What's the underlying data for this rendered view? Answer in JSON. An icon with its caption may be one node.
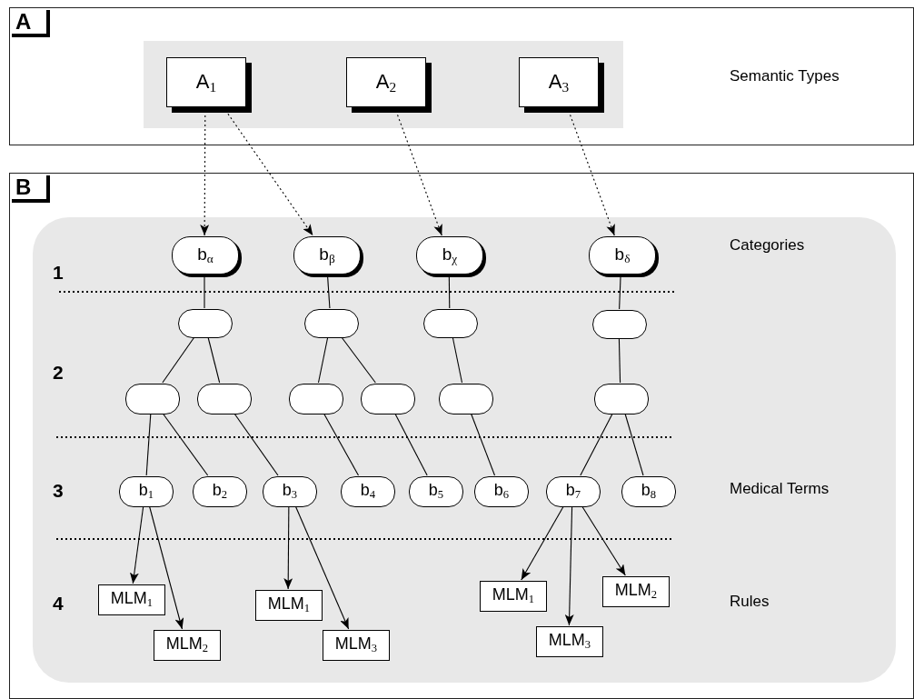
{
  "diagram": {
    "nodes": [
      {
        "text": [
          "A"
        ]
      },
      {
        "text": [],
        "shape": "box",
        "in": 0
      },
      {
        "text": [
          "A$_{1}$"
        ],
        "in": 1
      },
      {
        "text": [
          "A$_{2}$"
        ],
        "in": 1
      },
      {
        "text": [
          "A$_{3}$"
        ],
        "in": 1
      },
      {
        "text": [
          "B"
        ]
      },
      {
        "text": [],
        "shape": "box",
        "in": 5
      },
      {
        "text": [
          "b$_{α}$"
        ],
        "in": 6
      },
      {
        "text": [
          "b$_{β}$"
        ],
        "in": 6
      },
      {
        "text": [
          "b$_{χ}$"
        ],
        "in": 6
      },
      {
        "text": [
          "b$_{δ}$"
        ],
        "in": 6
      },
      {
        "text": [],
        "shape": "pill",
        "in": 6
      },
      {
        "text": [],
        "shape": "pill",
        "in": 6
      },
      {
        "text": [],
        "shape": "pill",
        "in": 6
      },
      {
        "text": [],
        "shape": "pill",
        "in": 6
      },
      {
        "text": [],
        "shape": "pill",
        "in": 6
      },
      {
        "text": [],
        "shape": "pill",
        "in": 6
      },
      {
        "text": [],
        "shape": "pill",
        "in": 6
      },
      {
        "text": [],
        "shape": "pill",
        "in": 6
      },
      {
        "text": [],
        "shape": "pill",
        "in": 6
      },
      {
        "text": [],
        "shape": "pill",
        "in": 6
      },
      {
        "text": [
          "b$_{1}$"
        ],
        "in": 6
      },
      {
        "text": [
          "b$_{2}$"
        ],
        "in": 6
      },
      {
        "text": [
          "b$_{3}$"
        ],
        "in": 6
      },
      {
        "text": [
          "b$_{4}$"
        ],
        "in": 6
      },
      {
        "text": [
          "b$_{5}$"
        ],
        "in": 6
      },
      {
        "text": [
          "b$_{6}$"
        ],
        "in": 6
      },
      {
        "text": [
          "b$_{7}$"
        ],
        "in": 6
      },
      {
        "text": [
          "b$_{8}$"
        ],
        "in": 6
      },
      {
        "text": [
          "MLM$_{1}$"
        ],
        "in": 6
      },
      {
        "text": [
          "MLM$_{2}$"
        ],
        "in": 6
      },
      {
        "text": [
          "MLM$_{1}$"
        ],
        "in": 6
      },
      {
        "text": [
          "MLM$_{3}$"
        ],
        "in": 6
      },
      {
        "text": [
          "MLM$_{1}$"
        ],
        "in": 6
      },
      {
        "text": [
          "MLM$_{3}$"
        ],
        "in": 6
      },
      {
        "text": [
          "MLM$_{2}$"
        ],
        "in": 6
      }
    ],
    "edges": [
      {
        "from": 2,
        "to": 7,
        "arrow": "to",
        "style": "dashed"
      },
      {
        "from": 2,
        "to": 8,
        "arrow": "to",
        "style": "dashed"
      },
      {
        "from": 3,
        "to": 9,
        "arrow": "to",
        "style": "dashed"
      },
      {
        "from": 4,
        "to": 10,
        "arrow": "to",
        "style": "dashed"
      },
      {
        "from": 7,
        "to": 11,
        "arrow": "none"
      },
      {
        "from": 8,
        "to": 12,
        "arrow": "none"
      },
      {
        "from": 9,
        "to": 13,
        "arrow": "none"
      },
      {
        "from": 10,
        "to": 14,
        "arrow": "none"
      },
      {
        "from": 11,
        "to": 15,
        "arrow": "none"
      },
      {
        "from": 11,
        "to": 16,
        "arrow": "none"
      },
      {
        "from": 12,
        "to": 17,
        "arrow": "none"
      },
      {
        "from": 12,
        "to": 18,
        "arrow": "none"
      },
      {
        "from": 13,
        "to": 19,
        "arrow": "none"
      },
      {
        "from": 14,
        "to": 20,
        "arrow": "none"
      },
      {
        "from": 15,
        "to": 21,
        "arrow": "none"
      },
      {
        "from": 15,
        "to": 22,
        "arrow": "none"
      },
      {
        "from": 16,
        "to": 23,
        "arrow": "none"
      },
      {
        "from": 17,
        "to": 24,
        "arrow": "none"
      },
      {
        "from": 18,
        "to": 25,
        "arrow": "none"
      },
      {
        "from": 19,
        "to": 26,
        "arrow": "none"
      },
      {
        "from": 20,
        "to": 27,
        "arrow": "none"
      },
      {
        "from": 20,
        "to": 28,
        "arrow": "none"
      },
      {
        "from": 21,
        "to": 29,
        "arrow": "to"
      },
      {
        "from": 21,
        "to": 30,
        "arrow": "to"
      },
      {
        "from": 23,
        "to": 31,
        "arrow": "to"
      },
      {
        "from": 23,
        "to": 32,
        "arrow": "to"
      },
      {
        "from": 27,
        "to": 33,
        "arrow": "to"
      },
      {
        "from": 27,
        "to": 34,
        "arrow": "to"
      },
      {
        "from": 27,
        "to": 35,
        "arrow": "to"
      }
    ],
    "labels": [
      "Semantic Types",
      "1",
      "Categories",
      "2",
      "3",
      "Medical Terms",
      "4",
      "Rules"
    ]
  }
}
